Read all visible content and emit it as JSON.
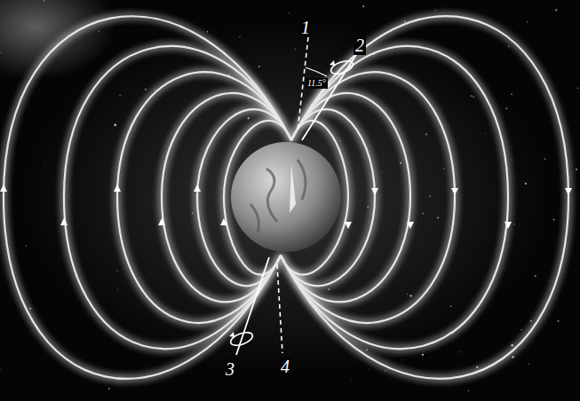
{
  "diagram": {
    "labels": [
      "1",
      "2",
      "11.5°",
      "3",
      "4"
    ]
  }
}
